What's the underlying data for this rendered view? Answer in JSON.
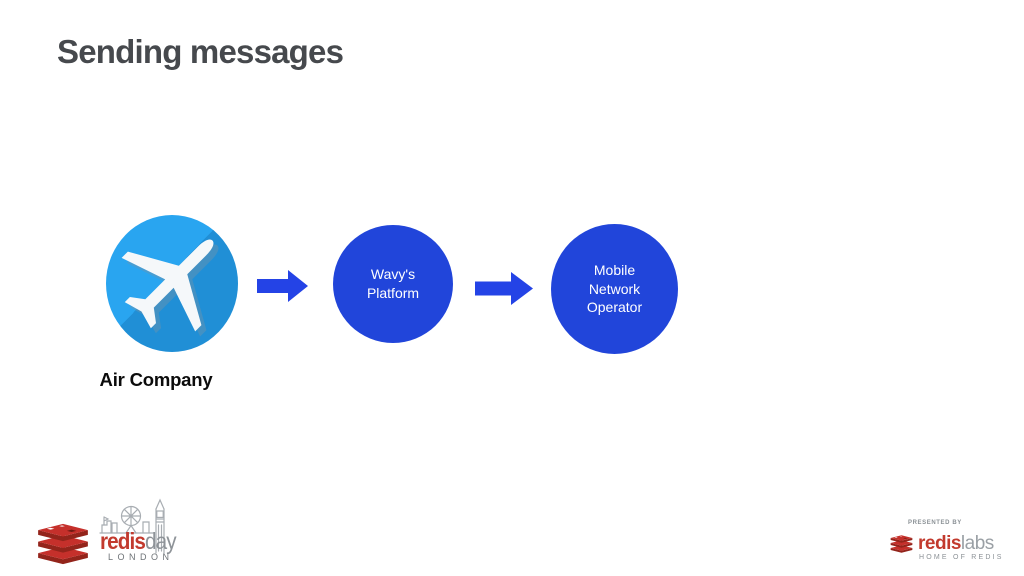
{
  "title": "Sending messages",
  "diagram": {
    "source_label": "Air Company",
    "nodes": [
      {
        "lines": [
          "Wavy's",
          "Platform"
        ]
      },
      {
        "lines": [
          "Mobile",
          "Network",
          "Operator"
        ]
      }
    ]
  },
  "footer": {
    "redisday": {
      "word_red": "redis",
      "word_gray": "day",
      "city": "LONDON"
    },
    "redislabs": {
      "presented_by": "PRESENTED BY",
      "word_red": "redis",
      "word_gray": "labs",
      "tagline": "HOME OF REDIS"
    }
  },
  "colors": {
    "node_blue": "#2145da",
    "arrow_blue": "#2443e6",
    "icon_light_blue": "#29a5f0",
    "redis_red": "#c23a2e",
    "title_gray": "#46494d"
  },
  "icons": {
    "airplane": "airplane-icon",
    "arrow": "arrow-right-icon",
    "redis_mark": "redis-cube-icon",
    "skyline": "london-skyline-icon"
  }
}
